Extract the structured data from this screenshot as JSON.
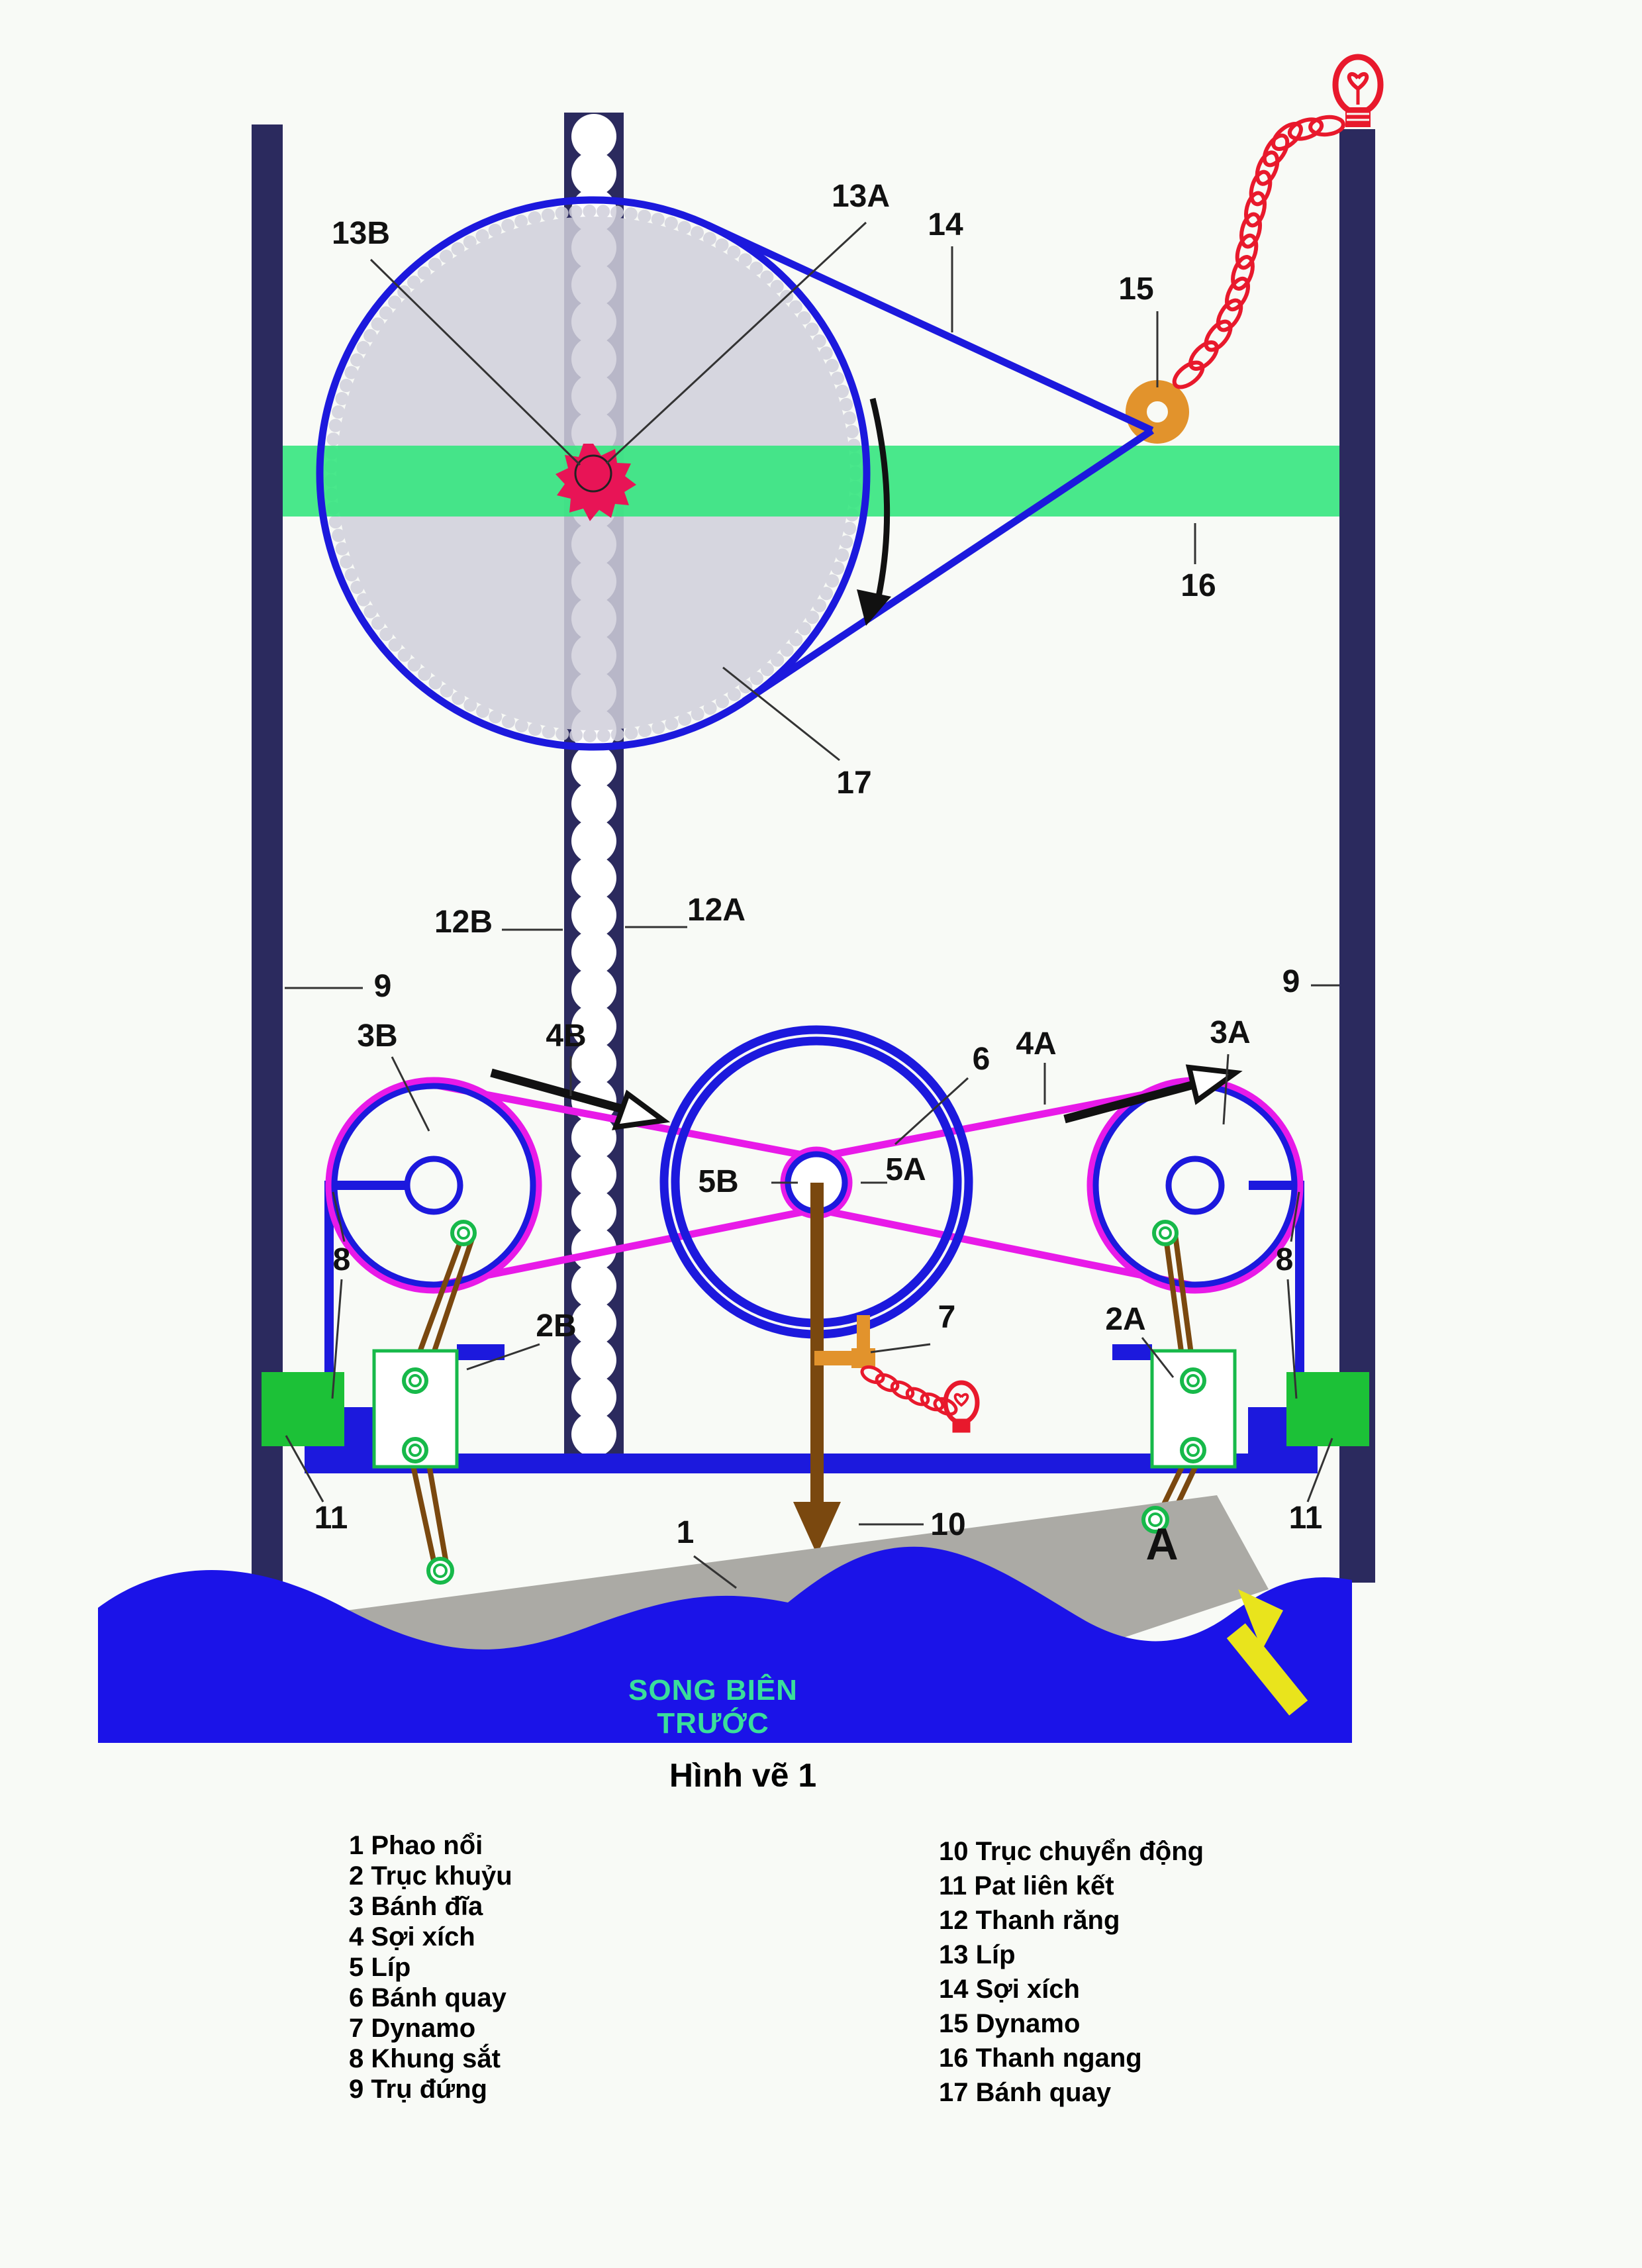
{
  "figure": {
    "caption": "Hình vẽ 1",
    "water_text": "SONG BIÊN TRƯỚC",
    "point_label": "A"
  },
  "callouts": {
    "n1": "1",
    "n2A": "2A",
    "n2B": "2B",
    "n3A": "3A",
    "n3B": "3B",
    "n4A": "4A",
    "n4B": "4B",
    "n5A": "5A",
    "n5B": "5B",
    "n6": "6",
    "n7": "7",
    "n8_left": "8",
    "n8_right": "8",
    "n9_left": "9",
    "n9_right": "9",
    "n10": "10",
    "n11_left": "11",
    "n11_right": "11",
    "n12A": "12A",
    "n12B": "12B",
    "n13A": "13A",
    "n13B": "13B",
    "n14": "14",
    "n15": "15",
    "n16": "16",
    "n17": "17"
  },
  "legend": {
    "left": [
      "1 Phao nổi",
      "2 Trục khuỷu",
      "3 Bánh đĩa",
      "4 Sợi xích",
      "5 Líp",
      "6 Bánh quay",
      "7 Dynamo",
      "8 Khung sắt",
      "9 Trụ đứng"
    ],
    "right": [
      "10 Trục chuyển động",
      "11 Pat liên kết",
      "12 Thanh răng",
      "13 Líp",
      "14 Sợi xích",
      "15 Dynamo",
      "16 Thanh ngang",
      "17 Bánh quay"
    ]
  },
  "colors": {
    "post_navy": "#2b2a5e",
    "green_bar": "#35e57f",
    "green_block": "#1cc137",
    "blue": "#1c19dd",
    "magenta": "#e81ae8",
    "gear_gray": "#d1d0db",
    "float_gray": "#abaaa5",
    "hub_red": "#e81456",
    "orange": "#e2932c",
    "wire_red": "#e8192c",
    "shaft_brown": "#7a480f",
    "crank_green": "#17b94a",
    "water_blue": "#1b13e8",
    "arrow_yellow": "#e9e41c",
    "water_text_green": "#3ade9b"
  }
}
